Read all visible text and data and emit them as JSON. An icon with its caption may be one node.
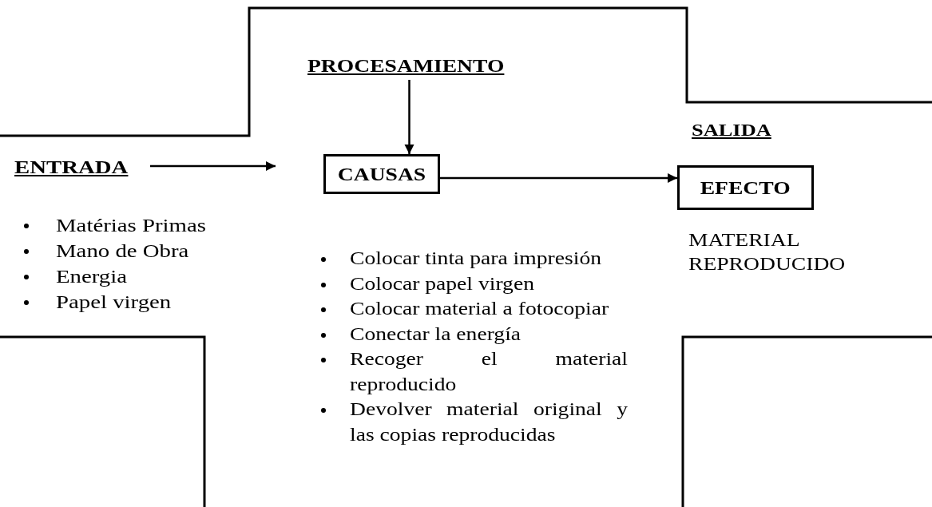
{
  "diagram": {
    "nodes": [
      {
        "text": [
          "ENTRADA"
        ]
      },
      {
        "text": [
          "PROCESAMIENTO"
        ]
      },
      {
        "text": [
          "CAUSAS"
        ]
      },
      {
        "text": [
          "SALIDA"
        ]
      },
      {
        "text": [
          "EFECTO"
        ]
      }
    ],
    "edges": [
      {
        "from": 0,
        "to": null,
        "arrow": "to"
      },
      {
        "from": 1,
        "to": 2,
        "arrow": "to"
      },
      {
        "from": 2,
        "to": 4,
        "arrow": "to"
      }
    ],
    "labels": [
      "Matérias Primas",
      "Mano de Obra",
      "Energia",
      "Papel virgen",
      "Colocar tinta para impresión",
      "Colocar papel virgen",
      "Colocar material a fotocopiar",
      "Conectar la energía",
      "Recoger el material reproducido",
      "Devolver material original y las copias reproducidas",
      "MATERIAL REPRODUCIDO"
    ]
  }
}
